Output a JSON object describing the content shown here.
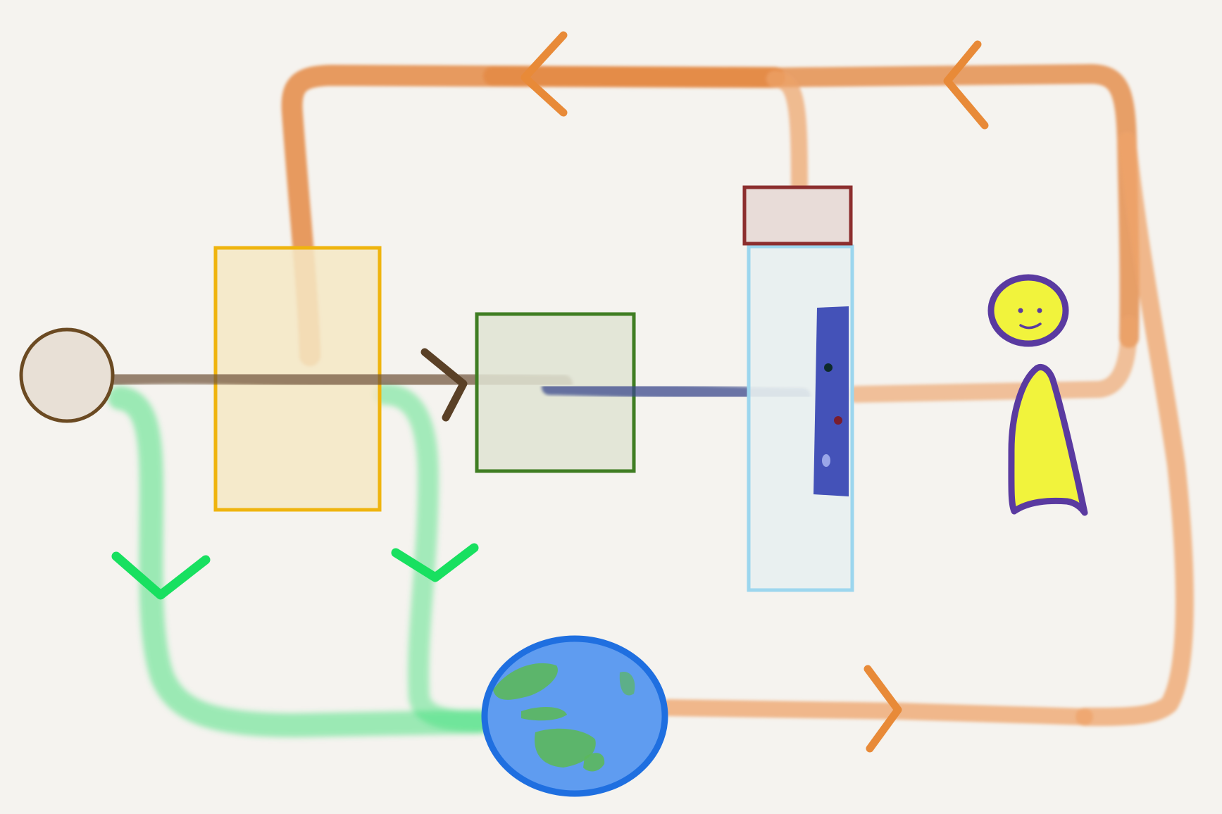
{
  "diagram": {
    "background": "#f5f3ef",
    "colors": {
      "loop_orange": "#e48a45",
      "loop_orange_light": "#eda36a",
      "flow_green": "#3fe07a",
      "flow_brown": "#6e5138",
      "flow_navy": "#3a4a8c",
      "source_fill": "#e8e0d6",
      "source_stroke": "#6b4a22",
      "yellow_box_fill": "#f4e8c4",
      "yellow_box_stroke": "#efb40e",
      "green_box_fill": "#dfe3d2",
      "green_box_stroke": "#3f7d22",
      "jar_fill": "#e8f0f0",
      "jar_stroke": "#9cd6ee",
      "lid_fill": "#e8dcd8",
      "lid_stroke": "#8c2e2e",
      "panel_fill": "#4452b8",
      "person_fill": "#f1f33c",
      "person_stroke": "#5a3aa0",
      "earth_ocean": "#5f9cf0",
      "earth_land": "#5cb85c",
      "earth_outline": "#1f6fe0"
    },
    "shapes": [
      "source-circle",
      "yellow-box",
      "green-box",
      "container-jar",
      "jar-lid",
      "blue-panel",
      "person-figure",
      "earth-globe"
    ],
    "arrows": [
      "top-loop-left-arrow-1",
      "top-loop-left-arrow-2",
      "bottom-loop-right-arrow",
      "brown-flow-right-arrow",
      "green-flow-down-arrow-1",
      "green-flow-down-arrow-2"
    ]
  }
}
